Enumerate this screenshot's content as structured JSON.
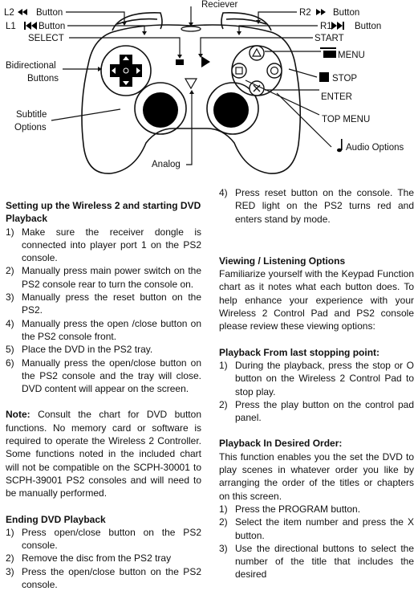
{
  "diagram": {
    "labels": {
      "l2": "L2",
      "l2_button": "Button",
      "l1": "L1",
      "l1_button": "Button",
      "select": "SELECT",
      "bidirectional": "Bidirectional",
      "buttons": "Buttons",
      "subtitle": "Subtitle",
      "options": "Options",
      "analog": "Analog",
      "reciever": "Reciever",
      "r2": "R2",
      "r2_button": "Button",
      "r1": "R1",
      "r1_button": "Button",
      "start": "START",
      "menu": "MENU",
      "stop": "STOP",
      "enter": "ENTER",
      "top_menu": "TOP MENU",
      "audio_options": "Audio Options"
    }
  },
  "left": {
    "setup_title": "Setting up the Wireless 2 and starting DVD Playback",
    "setup_steps": [
      "Make sure the receiver dongle is connected into player port 1 on the PS2 console.",
      "Manually press main power switch on the PS2 console rear to turn the console on.",
      "Manually press the reset button on the PS2.",
      "Manually press the open /close button on the PS2 console front.",
      "Place the DVD in the PS2 tray.",
      "Manually press the open/close button on the PS2 console and the tray will close. DVD content will appear on the screen."
    ],
    "note_label": "Note:",
    "note_text": " Consult the chart for DVD button functions. No memory card or software is required to operate the Wireless 2 Controller. Some functions noted in the included chart will not be compatible on the SCPH-30001 to SCPH-39001 PS2 consoles and will need to be manually performed.",
    "ending_title": "Ending DVD Playback",
    "ending_steps": [
      "Press open/close button on the PS2 console.",
      "Remove the disc from the PS2 tray",
      "Press the open/close button on the PS2 console."
    ]
  },
  "right": {
    "step4": "Press reset button on the console. The RED light on the PS2 turns red and enters stand by mode.",
    "viewing_title": "Viewing / Listening Options",
    "viewing_text": "Familiarize yourself with the Keypad Function chart as it notes what each button does. To help enhance your experience with your Wireless 2 Control Pad and PS2 console please review these viewing options:",
    "last_title": "Playback From last stopping point:",
    "last_steps": [
      "During the playback, press the stop or O button on the Wireless 2 Control Pad to stop play.",
      "Press the play button on the control pad panel."
    ],
    "order_title": "Playback In Desired Order:",
    "order_text": "This function enables you the set the DVD to play scenes in whatever order you like by arranging the order of the titles or chapters on this screen.",
    "order_steps": [
      "Press the PROGRAM button.",
      "Select the item number and press the X button.",
      "Use the directional buttons to select the number of the title that includes the desired"
    ]
  }
}
